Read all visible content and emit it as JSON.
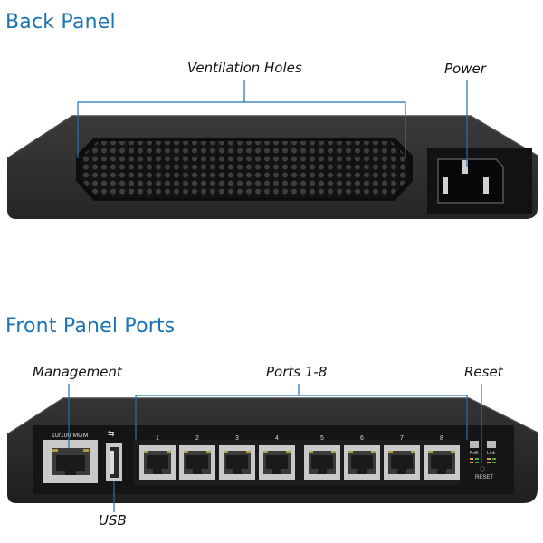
{
  "back_panel": {
    "title": "Back Panel",
    "callouts": {
      "ventilation": "Ventilation Holes",
      "power": "Power"
    }
  },
  "front_panel": {
    "title": "Front Panel Ports",
    "callouts": {
      "management": "Management",
      "ports": "Ports 1-8",
      "reset": "Reset",
      "usb": "USB"
    },
    "mgmt_label": "10/100 MGMT",
    "port_numbers": [
      "1",
      "2",
      "3",
      "4",
      "5",
      "6",
      "7",
      "8"
    ],
    "poe_label": "PoE",
    "link_label": "Link",
    "reset_label": "RESET"
  },
  "colors": {
    "title_blue": "#1a73b5",
    "callout_line": "#1a73b5",
    "device_body": "#2b2b2b",
    "device_dark": "#111111"
  }
}
